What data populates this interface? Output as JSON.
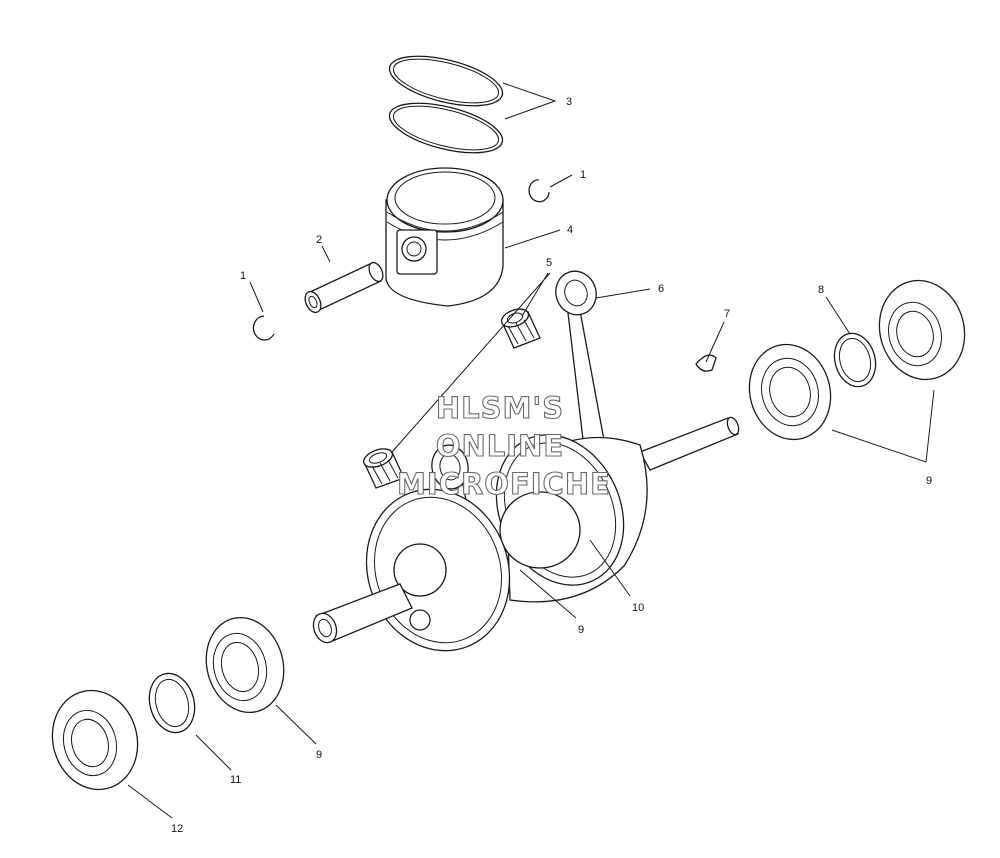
{
  "watermark": {
    "lines": [
      "HLSM'S",
      "ONLINE",
      "MICROFICHE"
    ]
  },
  "callouts": {
    "c1a": "1",
    "c1b": "1",
    "c2": "2",
    "c3": "3",
    "c4": "4",
    "c5": "5",
    "c6": "6",
    "c7": "7",
    "c8": "8",
    "c9a": "9",
    "c9b": "9",
    "c9c": "9",
    "c10": "10",
    "c11": "11",
    "c12": "12"
  }
}
